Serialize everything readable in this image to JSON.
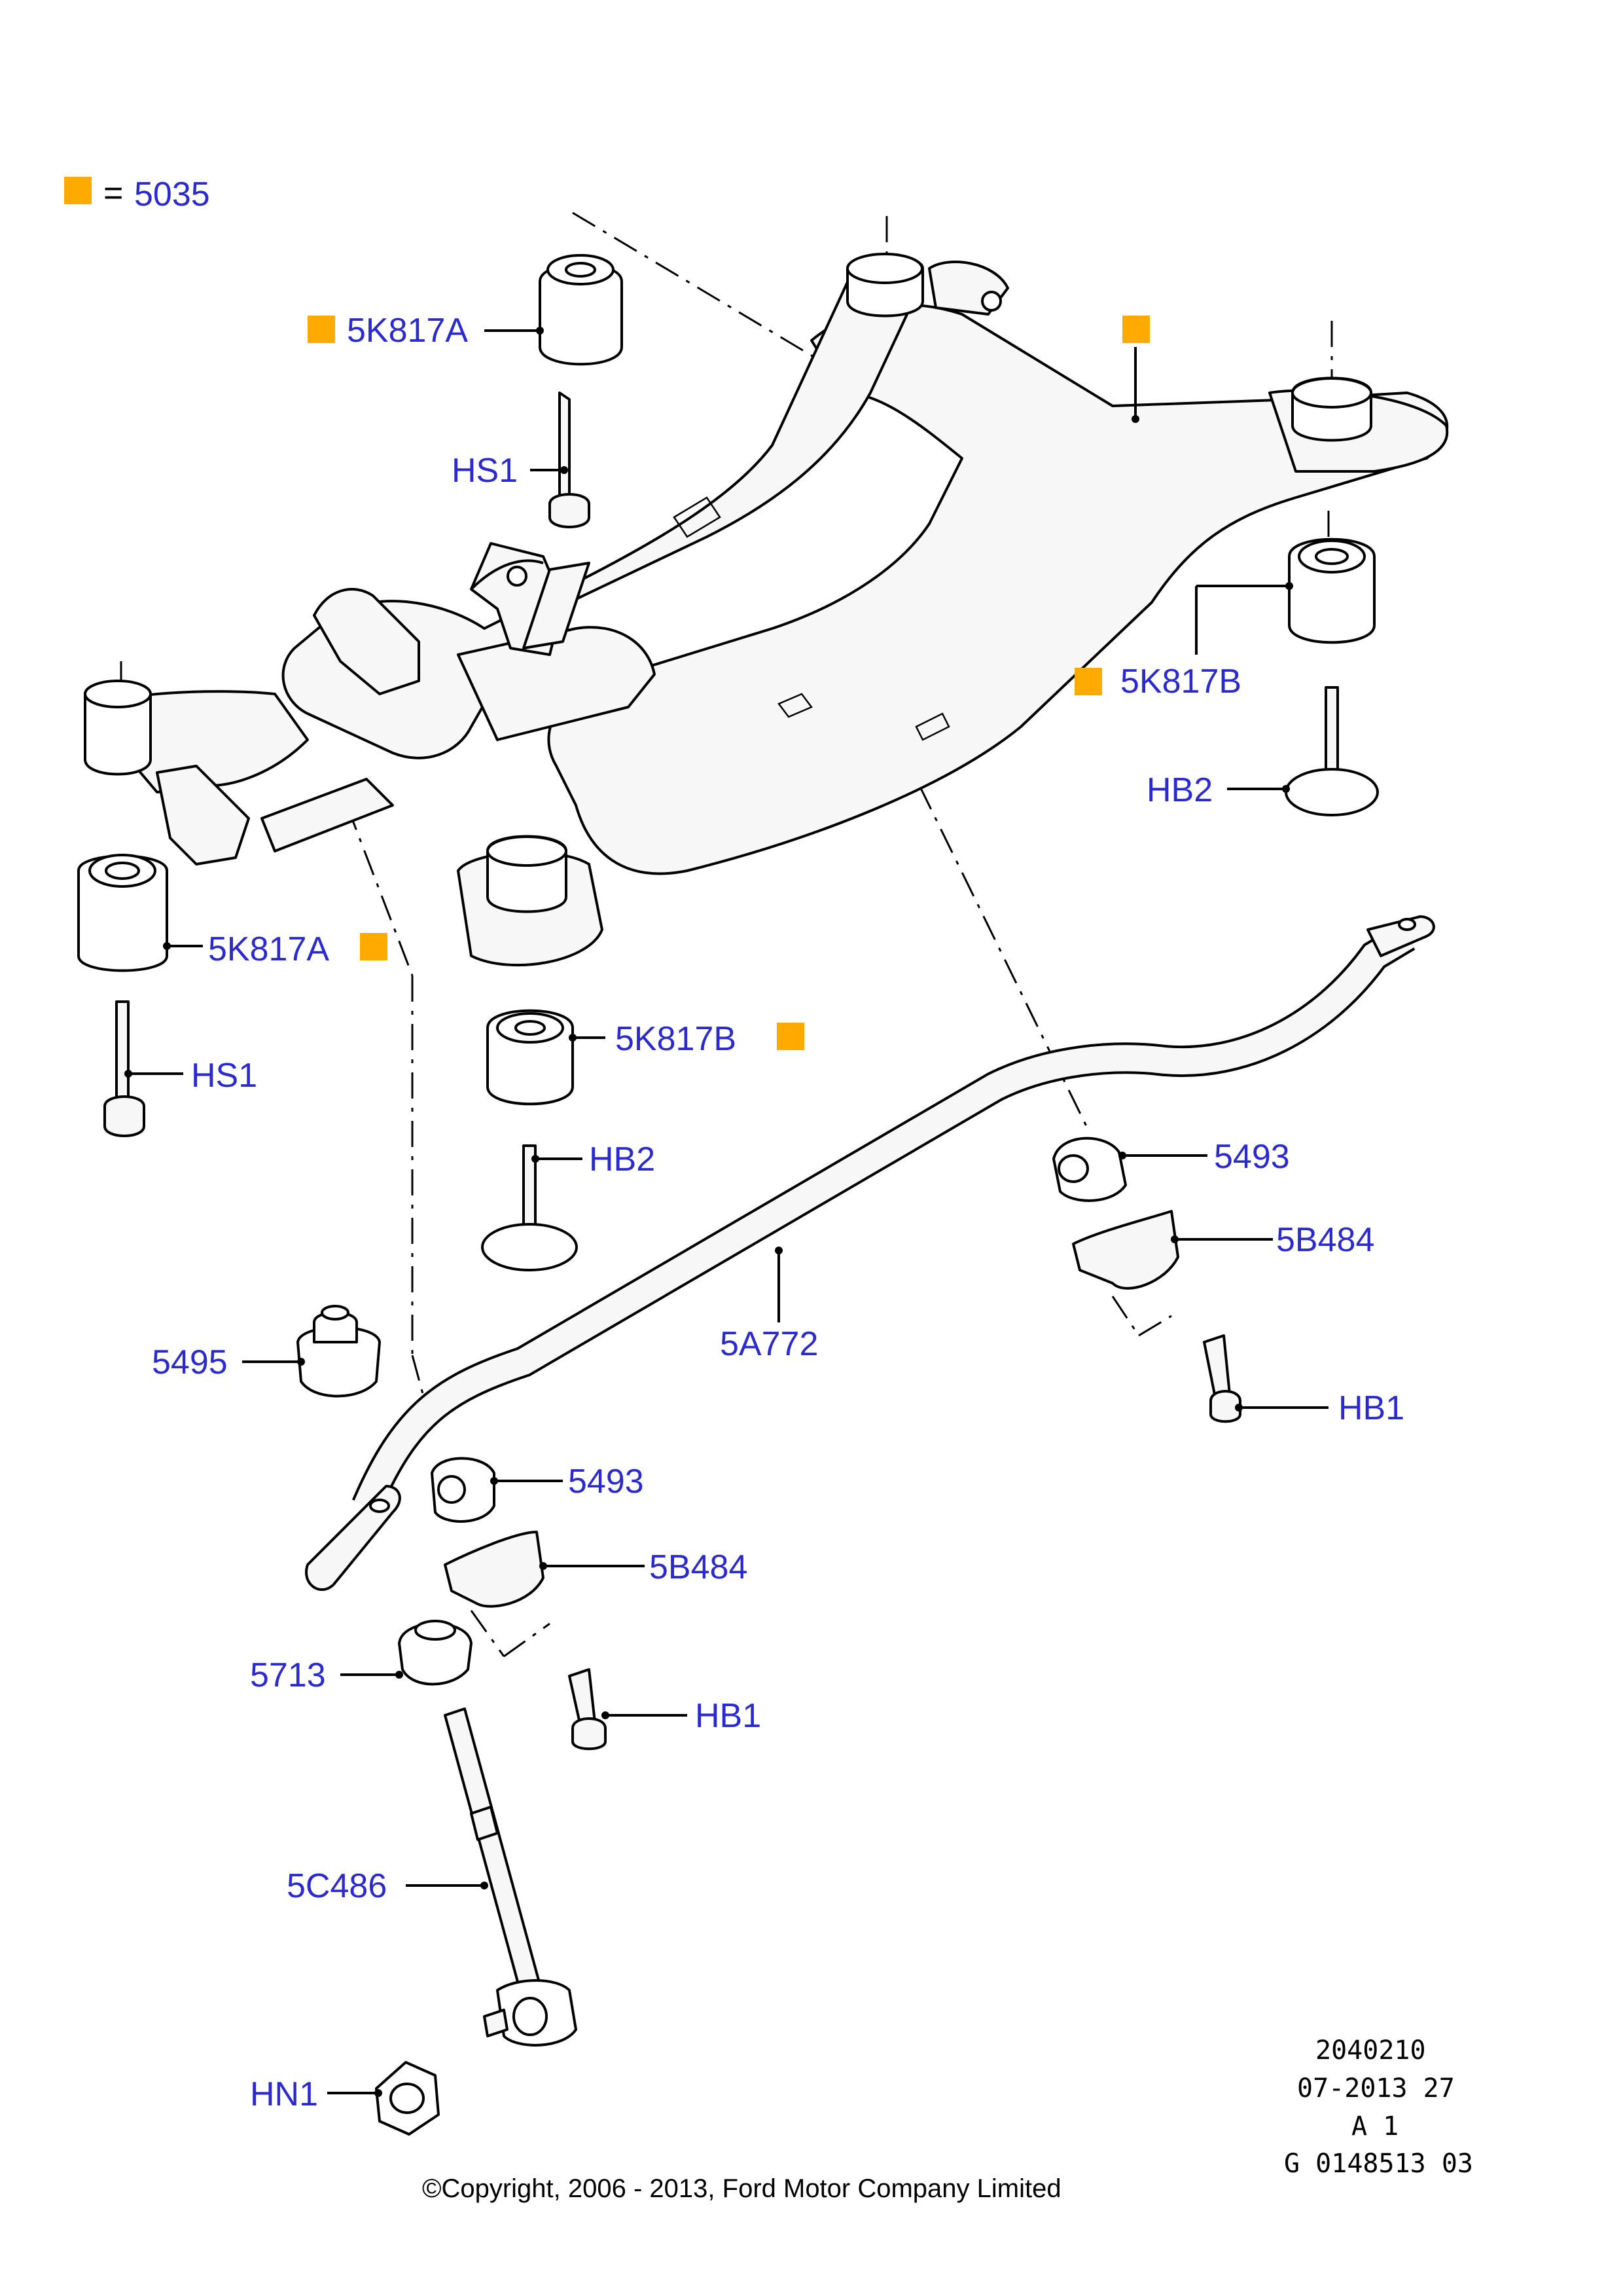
{
  "legend": {
    "symbol_color": "#ffaa00",
    "equals": "=",
    "code": "5035"
  },
  "callouts": {
    "c1": "5K817A",
    "c2": "HS1",
    "c3": "5K817A",
    "c4": "HS1",
    "c5": "5K817B",
    "c6": "HB2",
    "c7": "5K817B",
    "c8": "HB2",
    "c9": "5493",
    "c10": "5B484",
    "c11": "HB1",
    "c12": "5A772",
    "c13": "5495",
    "c14": "5493",
    "c15": "5B484",
    "c16": "5713",
    "c17": "HB1",
    "c18": "5C486",
    "c19": "HN1"
  },
  "reference": {
    "line1": "2040210",
    "line2": "07-2013 27",
    "line3": "A 1",
    "line4": "G 0148513 03"
  },
  "copyright": "©Copyright, 2006 - 2013, Ford Motor Company Limited",
  "colors": {
    "label": "#2a2ad0",
    "marker": "#ffaa00",
    "line": "#000000"
  }
}
